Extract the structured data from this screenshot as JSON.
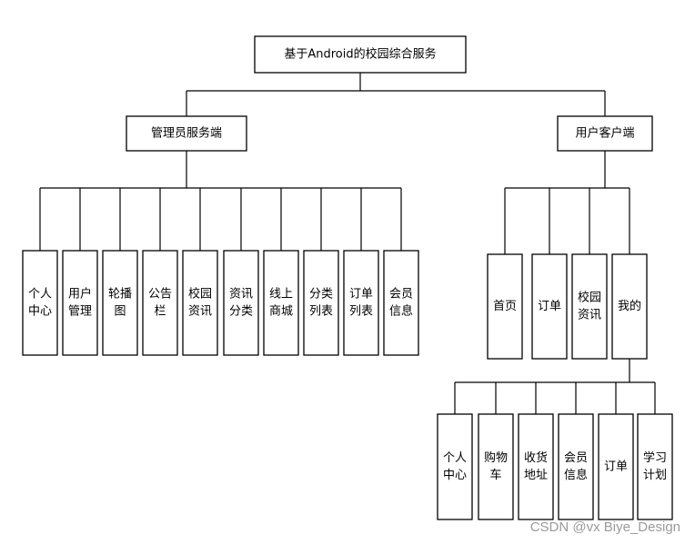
{
  "root": {
    "label": "基于Android的校园综合服务"
  },
  "admin": {
    "label": "管理员服务端",
    "children": [
      [
        "个人",
        "中心"
      ],
      [
        "用户",
        "管理"
      ],
      [
        "轮播",
        "图"
      ],
      [
        "公告",
        "栏"
      ],
      [
        "校园",
        "资讯"
      ],
      [
        "资讯",
        "分类"
      ],
      [
        "线上",
        "商城"
      ],
      [
        "分类",
        "列表"
      ],
      [
        "订单",
        "列表"
      ],
      [
        "会员",
        "信息"
      ]
    ]
  },
  "client": {
    "label": "用户客户端",
    "children": [
      [
        "首页"
      ],
      [
        "订单"
      ],
      [
        "校园",
        "资讯"
      ],
      [
        "我的"
      ]
    ]
  },
  "mine": {
    "children": [
      [
        "个人",
        "中心"
      ],
      [
        "购物",
        "车"
      ],
      [
        "收货",
        "地址"
      ],
      [
        "会员",
        "信息"
      ],
      [
        "订单"
      ],
      [
        "学习",
        "计划"
      ]
    ]
  },
  "watermark": "CSDN @vx   Biye_Design"
}
